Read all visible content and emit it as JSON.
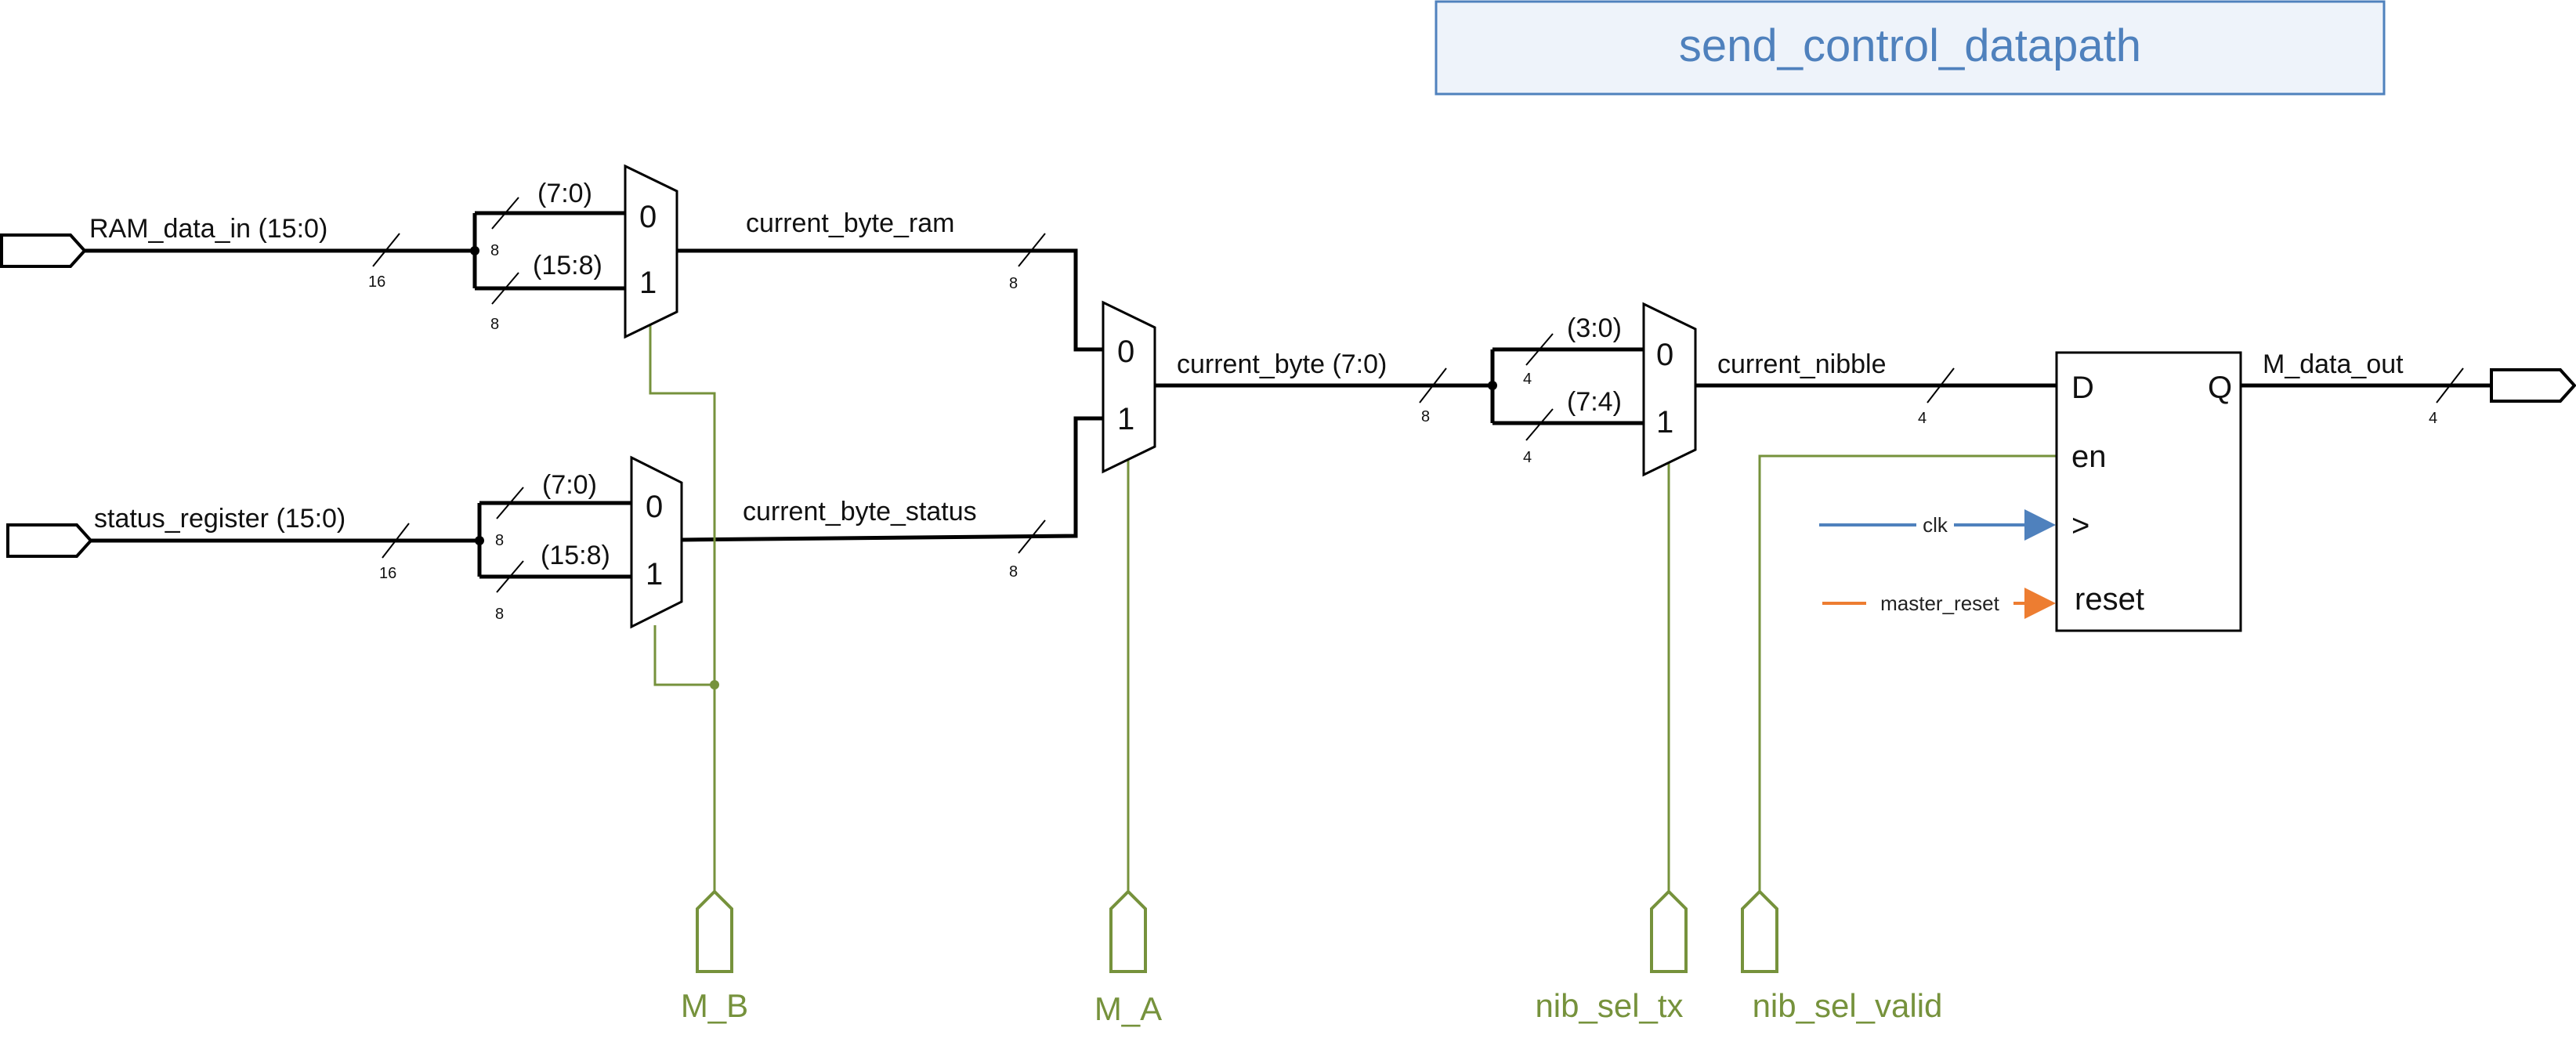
{
  "title": "send_control_datapath",
  "inputs": {
    "ram_data_in": "RAM_data_in (15:0)",
    "status_register": "status_register (15:0)"
  },
  "output": "M_data_out",
  "signals": {
    "current_byte_ram": "current_byte_ram",
    "current_byte_status": "current_byte_status",
    "current_byte": "current_byte (7:0)",
    "current_nibble": "current_nibble"
  },
  "slices": {
    "low_byte": "(7:0)",
    "high_byte": "(15:8)",
    "low_nibble": "(3:0)",
    "high_nibble": "(7:4)"
  },
  "bus_widths": {
    "w16": "16",
    "w8": "8",
    "w4": "4"
  },
  "mux_inputs": {
    "zero": "0",
    "one": "1"
  },
  "flipflop": {
    "d": "D",
    "q": "Q",
    "en": "en",
    "clk_symbol": ">",
    "reset": "reset"
  },
  "clock": "clk",
  "master_reset": "master_reset",
  "controls": {
    "m_b": "M_B",
    "m_a": "M_A",
    "nib_sel_tx": "nib_sel_tx",
    "nib_sel_valid": "nib_sel_valid"
  },
  "colors": {
    "wire": "#000000",
    "control": "#76923c",
    "clock": "#4f81bd",
    "reset": "#ed7d31",
    "title": "#4f81bd",
    "title_border": "#4f81bd",
    "title_bg": "#eef3fa"
  }
}
